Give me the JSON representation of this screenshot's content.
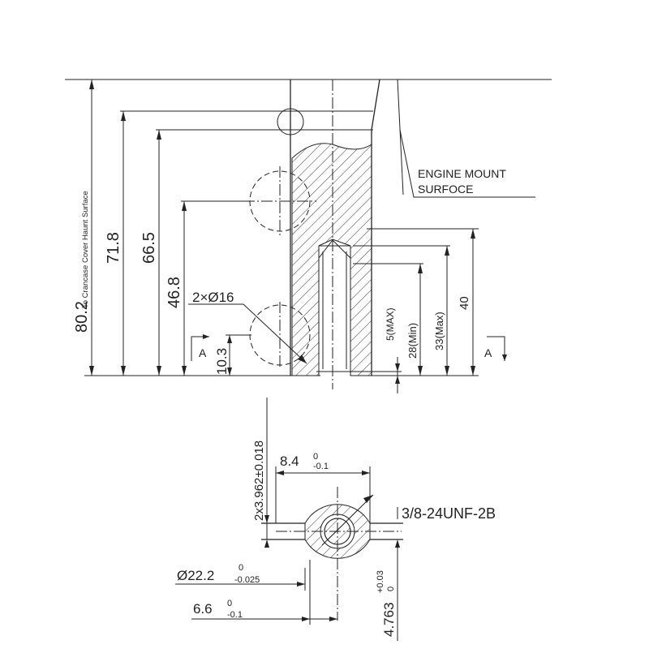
{
  "labels": {
    "mount_line1": "ENGINE MOUNT",
    "mount_line2": "SURFOCE",
    "side_note": "To Crancase Cover Haunt Surface",
    "holes": "2×Ø16",
    "thread": "3/8-24UNF-2B",
    "section_left": "A",
    "section_right": "A"
  },
  "dims": {
    "d80_2": "80.2",
    "d71_8": "71.8",
    "d66_5": "66.5",
    "d46_8": "46.8",
    "d10_3": "10.3",
    "d5": "5(MAX)",
    "d28": "28(Min)",
    "d33": "33(Max)",
    "d40": "40",
    "key_width": "2x3.962±0.018",
    "d8_4": "8.4",
    "d8_4_tol_up": "0",
    "d8_4_tol_dn": "-0.1",
    "d22_2": "Ø22.2",
    "d22_2_tol_up": "0",
    "d22_2_tol_dn": "-0.025",
    "d6_6": "6.6",
    "d6_6_tol_up": "0",
    "d6_6_tol_dn": "-0.1",
    "d4_763": "4.763",
    "d4_763_tol_up": "+0.03",
    "d4_763_tol_dn": "0"
  }
}
